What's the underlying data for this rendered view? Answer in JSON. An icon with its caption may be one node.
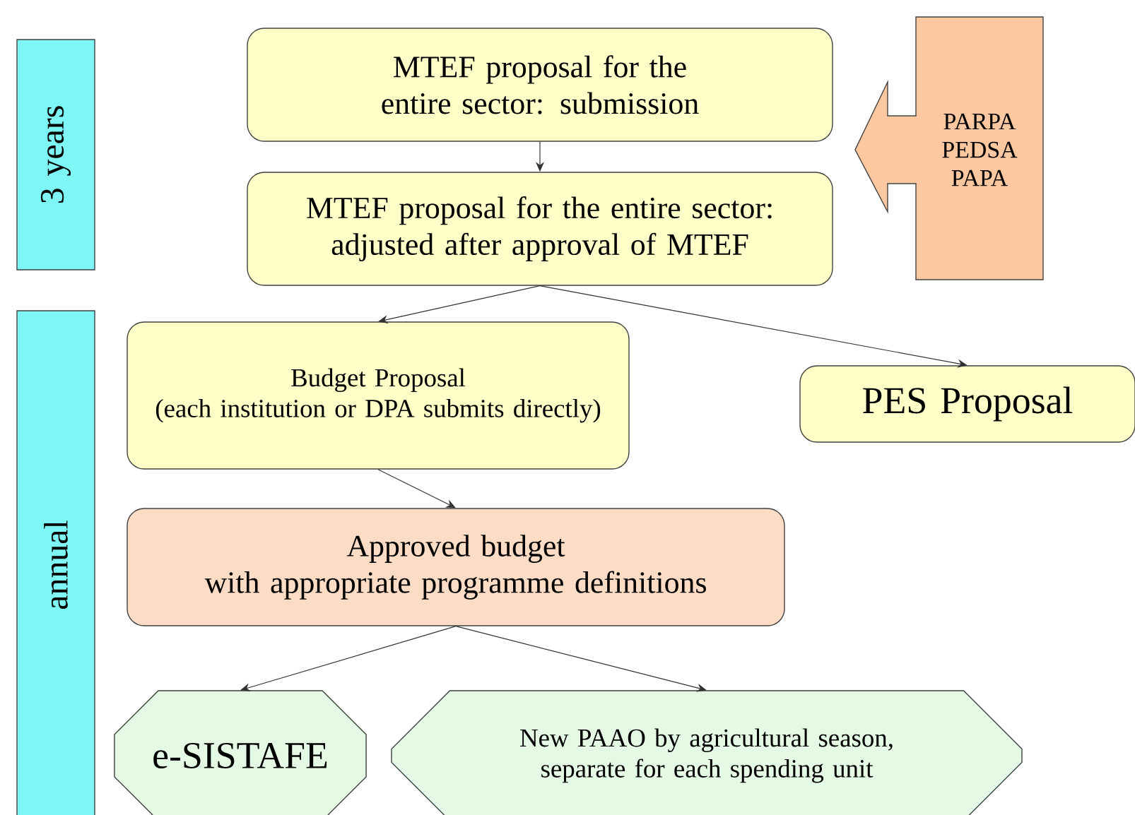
{
  "diagram": {
    "nodes": [
      {
        "text": [
          "3 years"
        ]
      },
      {
        "text": [
          "MTEF proposal for the entire sector: submission"
        ]
      },
      {
        "text": [
          "PARPA PEDSA PAPA"
        ]
      },
      {
        "text": [
          "MTEF proposal for the entire sector: adjusted after approval of MTEF"
        ]
      },
      {
        "text": [
          "annual"
        ]
      },
      {
        "text": [
          "Budget Proposal",
          "(each institution or DPA submits directly)"
        ]
      },
      {
        "text": [
          "PES Proposal"
        ]
      },
      {
        "text": [
          "Approved budget",
          "with appropriate programme definitions"
        ]
      },
      {
        "text": [
          "e-SISTAFE"
        ]
      },
      {
        "text": [
          "New PAAO by agricultural season, separate for each spending unit"
        ]
      }
    ],
    "edges": [
      {
        "from": 1,
        "to": 3,
        "arrow": "to"
      },
      {
        "from": 3,
        "to": 5,
        "arrow": "to"
      },
      {
        "from": 3,
        "to": 6,
        "arrow": "to"
      },
      {
        "from": 5,
        "to": 7,
        "arrow": "to"
      },
      {
        "from": 7,
        "to": 8,
        "arrow": "to"
      },
      {
        "from": 7,
        "to": 9,
        "arrow": "to"
      }
    ]
  }
}
